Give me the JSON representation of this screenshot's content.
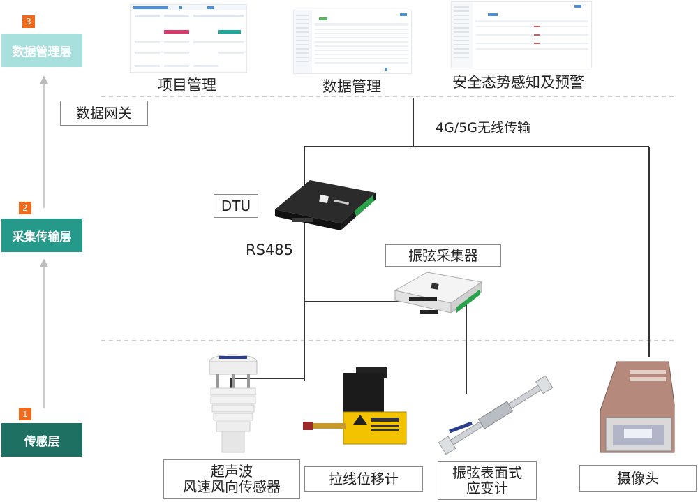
{
  "layers": [
    {
      "num": "3",
      "label": "数据管理层",
      "color": "#a8e0de"
    },
    {
      "num": "2",
      "label": "采集传输层",
      "color": "#25998a"
    },
    {
      "num": "1",
      "label": "传感层",
      "color": "#1d7062"
    }
  ],
  "gateway_label": "数据网关",
  "platform": {
    "project": "项目管理",
    "data": "数据管理",
    "safety": "安全态势感知及预警"
  },
  "transmission_label": "4G/5G无线传输",
  "dtu_label": "DTU",
  "rs485_label": "RS485",
  "collector_label": "振弦采集器",
  "sensors": {
    "weather_line1": "超声波",
    "weather_line2": "风速风向传感器",
    "displacement": "拉线位移计",
    "strain_line1": "振弦表面式",
    "strain_line2": "应变计",
    "camera": "摄像头"
  },
  "colors": {
    "accent_orange": "#ee6b1e",
    "line": "#333333",
    "arrow": "#bbbbbb"
  }
}
